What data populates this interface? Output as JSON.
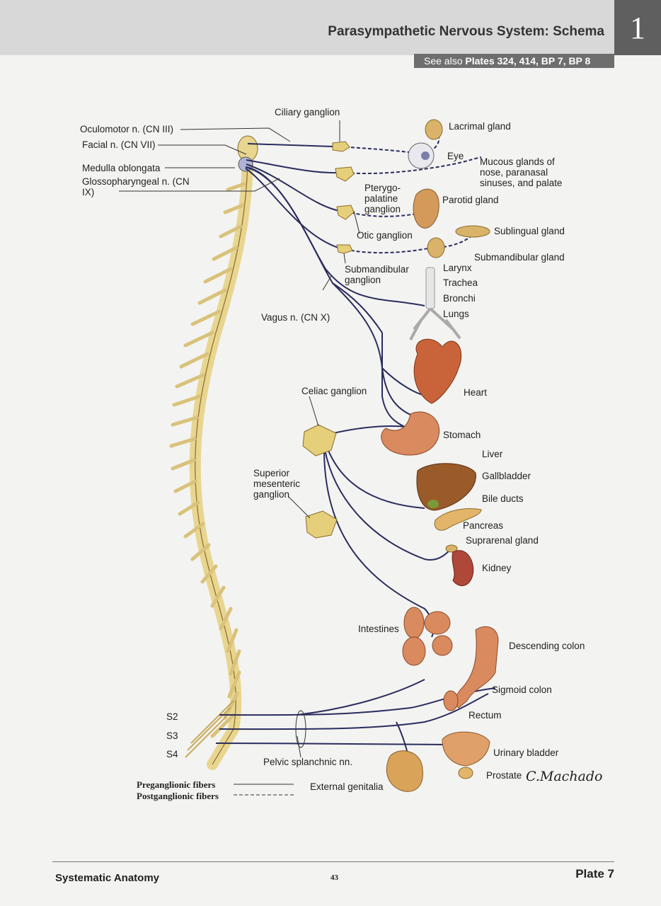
{
  "header": {
    "title": "Parasympathetic Nervous System: Schema",
    "chapter_number": "1",
    "see_also_prefix": "See also",
    "see_also_plates": "Plates 324, 414, BP 7, BP 8"
  },
  "labels": {
    "ciliary_ganglion": "Ciliary ganglion",
    "oculomotor": "Oculomotor n. (CN III)",
    "facial": "Facial n. (CN VII)",
    "medulla": "Medulla oblongata",
    "glossopharyngeal": "Glossopharyngeal n. (CN IX)",
    "lacrimal_gland": "Lacrimal gland",
    "eye": "Eye",
    "mucous_glands": "Mucous glands of nose, paranasal sinuses, and palate",
    "pterygopalatine": "Pterygo- palatine ganglion",
    "parotid_gland": "Parotid gland",
    "otic_ganglion": "Otic ganglion",
    "sublingual_gland": "Sublingual gland",
    "submandibular_gland": "Submandibular gland",
    "submandibular_ganglion": "Submandibular ganglion",
    "larynx": "Larynx",
    "trachea": "Trachea",
    "bronchi": "Bronchi",
    "lungs": "Lungs",
    "vagus": "Vagus n. (CN X)",
    "heart": "Heart",
    "celiac_ganglion": "Celiac ganglion",
    "stomach": "Stomach",
    "liver": "Liver",
    "gallbladder": "Gallbladder",
    "bile_ducts": "Bile ducts",
    "superior_mesenteric": "Superior mesenteric ganglion",
    "pancreas": "Pancreas",
    "suprarenal_gland": "Suprarenal gland",
    "kidney": "Kidney",
    "intestines": "Intestines",
    "descending_colon": "Descending colon",
    "sigmoid_colon": "Sigmoid colon",
    "rectum": "Rectum",
    "s2": "S2",
    "s3": "S3",
    "s4": "S4",
    "pelvic_splanchnic": "Pelvic splanchnic nn.",
    "urinary_bladder": "Urinary bladder",
    "prostate": "Prostate",
    "external_genitalia": "External genitalia"
  },
  "legend": {
    "preganglionic": "Preganglionic fibers",
    "postganglionic": "Postganglionic fibers"
  },
  "signature": "C.Machado",
  "footer": {
    "section": "Systematic Anatomy",
    "page_number": "43",
    "plate": "Plate 7"
  },
  "colors": {
    "nerve_line": "#2b2d5e",
    "spinal_cord": "#e8d690",
    "organ_red": "#c9643a",
    "organ_tan": "#d9b36a",
    "header_gray": "#d8d8d8",
    "tab_gray": "#5f5f5f"
  }
}
